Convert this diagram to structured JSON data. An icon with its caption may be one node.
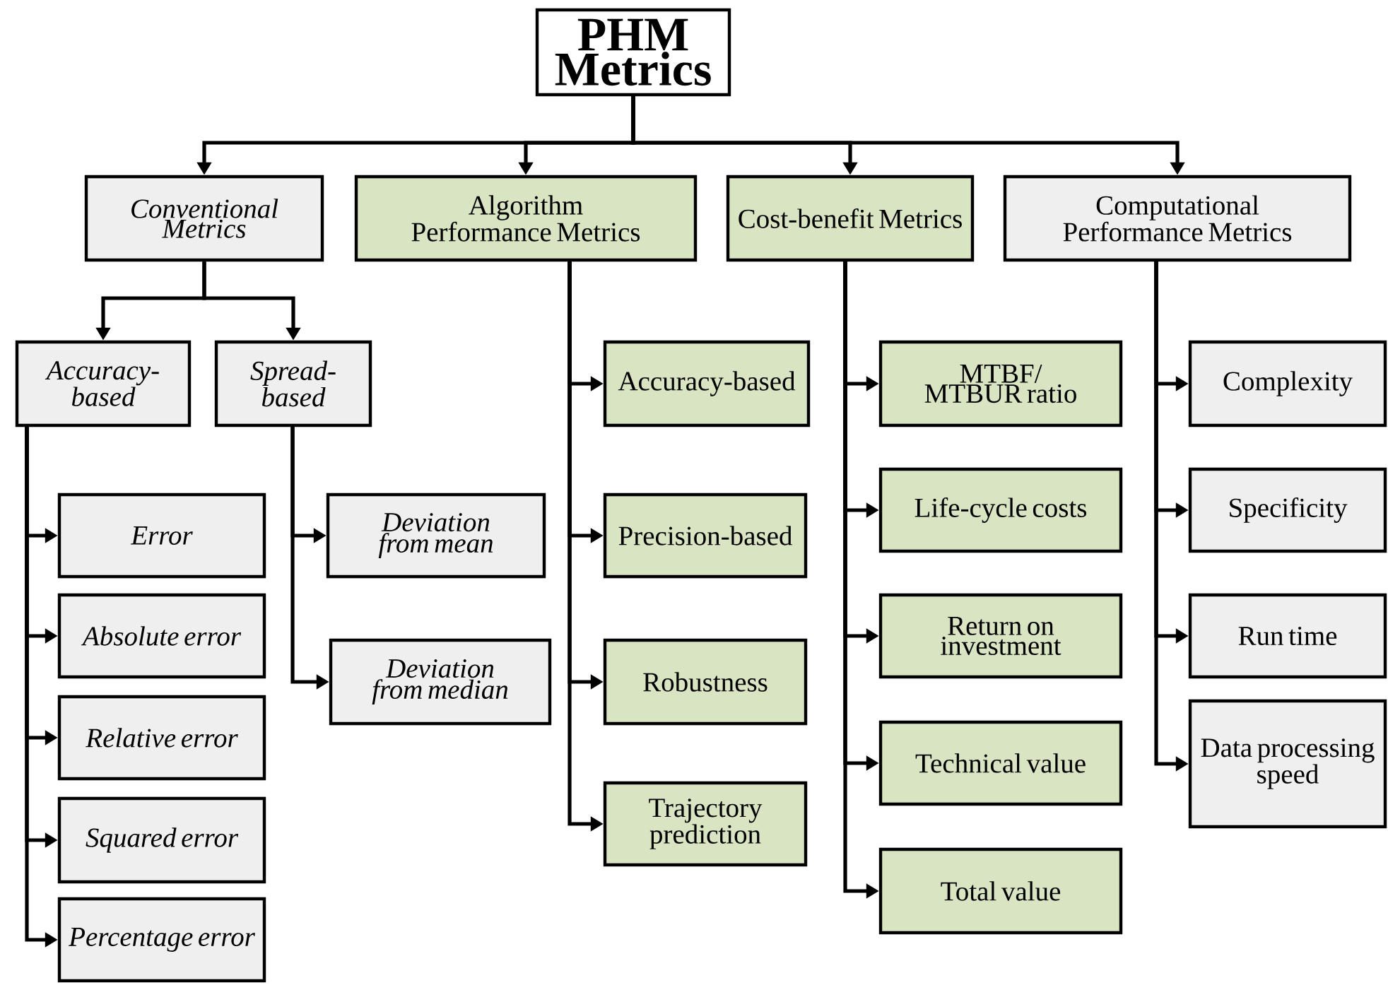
{
  "diagram": {
    "nodes": [
      {
        "text": [
          "PHM Metrics"
        ]
      },
      {
        "text": [
          "Conventional Metrics"
        ]
      },
      {
        "text": [
          "Algorithm Performance Metrics"
        ]
      },
      {
        "text": [
          "Cost-benefit Metrics"
        ]
      },
      {
        "text": [
          "Computational Performance Metrics"
        ]
      },
      {
        "text": [
          "Accuracy-based"
        ]
      },
      {
        "text": [
          "Spread-based"
        ]
      },
      {
        "text": [
          "Error"
        ]
      },
      {
        "text": [
          "Absolute error"
        ]
      },
      {
        "text": [
          "Relative error"
        ]
      },
      {
        "text": [
          "Squared error"
        ]
      },
      {
        "text": [
          "Percentage error"
        ]
      },
      {
        "text": [
          "Deviation from mean"
        ]
      },
      {
        "text": [
          "Deviation from median"
        ]
      },
      {
        "text": [
          "Accuracy-based"
        ]
      },
      {
        "text": [
          "Precision-based"
        ]
      },
      {
        "text": [
          "Robustness"
        ]
      },
      {
        "text": [
          "Trajectory prediction"
        ]
      },
      {
        "text": [
          "MTBF/ MTBUR ratio"
        ]
      },
      {
        "text": [
          "Life-cycle costs"
        ]
      },
      {
        "text": [
          "Return on investment"
        ]
      },
      {
        "text": [
          "Technical value"
        ]
      },
      {
        "text": [
          "Total value"
        ]
      },
      {
        "text": [
          "Complexity"
        ]
      },
      {
        "text": [
          "Specificity"
        ]
      },
      {
        "text": [
          "Run time"
        ]
      },
      {
        "text": [
          "Data processing speed"
        ]
      }
    ],
    "edges": [
      {
        "from": 0,
        "to": 1,
        "arrow": "to"
      },
      {
        "from": 0,
        "to": 2,
        "arrow": "to"
      },
      {
        "from": 0,
        "to": 3,
        "arrow": "to"
      },
      {
        "from": 0,
        "to": 4,
        "arrow": "to"
      },
      {
        "from": 1,
        "to": 5,
        "arrow": "to"
      },
      {
        "from": 1,
        "to": 6,
        "arrow": "to"
      },
      {
        "from": 5,
        "to": 7,
        "arrow": "to"
      },
      {
        "from": 5,
        "to": 8,
        "arrow": "to"
      },
      {
        "from": 5,
        "to": 9,
        "arrow": "to"
      },
      {
        "from": 5,
        "to": 10,
        "arrow": "to"
      },
      {
        "from": 5,
        "to": 11,
        "arrow": "to"
      },
      {
        "from": 6,
        "to": 12,
        "arrow": "to"
      },
      {
        "from": 6,
        "to": 13,
        "arrow": "to"
      },
      {
        "from": 2,
        "to": 14,
        "arrow": "to"
      },
      {
        "from": 2,
        "to": 15,
        "arrow": "to"
      },
      {
        "from": 2,
        "to": 16,
        "arrow": "to"
      },
      {
        "from": 2,
        "to": 17,
        "arrow": "to"
      },
      {
        "from": 3,
        "to": 18,
        "arrow": "to"
      },
      {
        "from": 3,
        "to": 19,
        "arrow": "to"
      },
      {
        "from": 3,
        "to": 20,
        "arrow": "to"
      },
      {
        "from": 3,
        "to": 21,
        "arrow": "to"
      },
      {
        "from": 3,
        "to": 22,
        "arrow": "to"
      },
      {
        "from": 4,
        "to": 23,
        "arrow": "to"
      },
      {
        "from": 4,
        "to": 24,
        "arrow": "to"
      },
      {
        "from": 4,
        "to": 25,
        "arrow": "to"
      },
      {
        "from": 4,
        "to": 26,
        "arrow": "to"
      }
    ]
  }
}
